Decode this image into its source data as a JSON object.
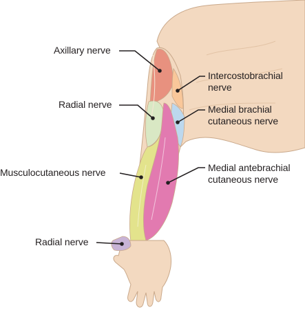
{
  "labels": {
    "axillary": "Axillary nerve",
    "radial_upper": "Radial nerve",
    "musculocutaneous": "Musculocutaneous nerve",
    "radial_lower": "Radial nerve",
    "intercostobrachial": [
      "Intercostobrachial",
      "nerve"
    ],
    "medial_brachial": [
      "Medial brachial",
      "cutaneous nerve"
    ],
    "medial_antebrachial": [
      "Medial antebrachial",
      "cutaneous nerve"
    ]
  },
  "colors": {
    "skin": "#f3d9c0",
    "skin_outline": "#c9a88a",
    "axillary": "#e8917f",
    "radial": "#d9e8c4",
    "musculocutaneous": "#e3e38c",
    "medial_antebrachial": "#e27ab0",
    "intercostobrachial": "#f9c79a",
    "medial_brachial": "#bcd8ee",
    "radial_hand": "#c8b3d6",
    "leader": "#231f20"
  }
}
